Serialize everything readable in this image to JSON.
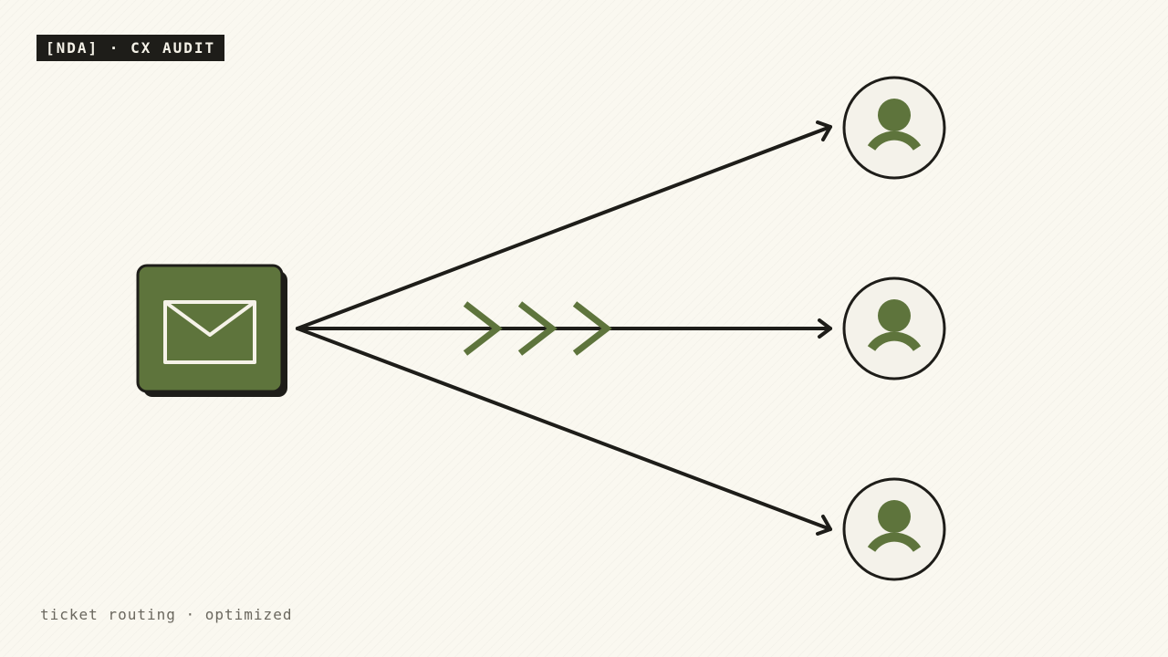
{
  "header": {
    "tag": "[NDA] · CX AUDIT"
  },
  "footer": {
    "caption": "ticket routing · optimized"
  },
  "diagram": {
    "source": {
      "icon": "envelope-icon"
    },
    "agents": [
      {
        "icon": "person-icon"
      },
      {
        "icon": "person-icon"
      },
      {
        "icon": "person-icon"
      }
    ],
    "flow_indicator": {
      "icon": "triple-chevron-icon",
      "count": 3
    }
  },
  "colors": {
    "background": "#faf8f0",
    "accent": "#5e743c",
    "ink": "#1e1d19",
    "circle_fill": "#f4f2ea",
    "tag_text": "#f5f2e8"
  }
}
